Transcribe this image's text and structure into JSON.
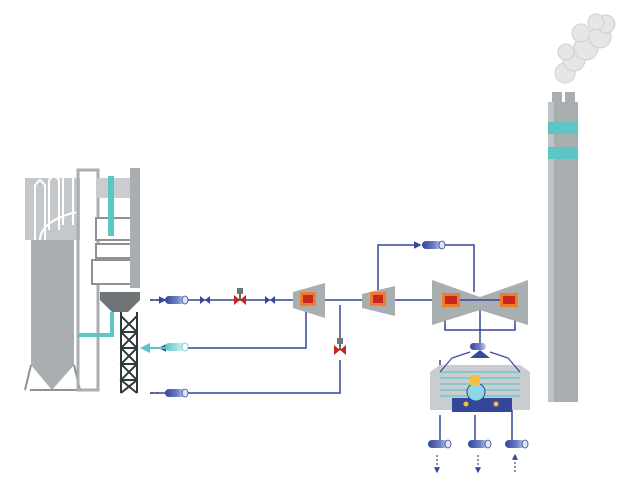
{
  "diagram": {
    "palette": {
      "structure_gray": "#a9aeb0",
      "structure_light": "#c9cdcf",
      "structure_dark": "#6f7476",
      "pipe_blue": "#34479a",
      "teal": "#5cc6c4",
      "steel_frame": "#2f3a3c",
      "smoke": "#e6e6e6",
      "machine_orange": "#f07b2a",
      "machine_red": "#c4281f",
      "cyan_fill": "#8fd7e8"
    },
    "components": [
      {
        "name": "boiler",
        "icon": "boiler-icon"
      },
      {
        "name": "steel-frame",
        "icon": "steel-frame-icon"
      },
      {
        "name": "valve",
        "icon": "valve-icon"
      },
      {
        "name": "hp-turbine",
        "icon": "turbine-icon"
      },
      {
        "name": "ip-turbine",
        "icon": "turbine-icon"
      },
      {
        "name": "lp-turbine",
        "icon": "turbine-icon"
      },
      {
        "name": "condenser",
        "icon": "condenser-icon"
      },
      {
        "name": "stack",
        "icon": "chimney-icon"
      },
      {
        "name": "smoke",
        "icon": "smoke-icon"
      }
    ]
  }
}
